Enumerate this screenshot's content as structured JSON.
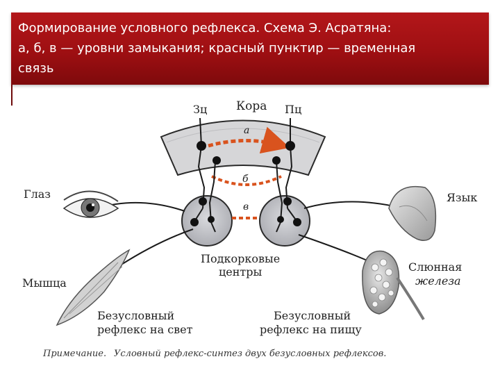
{
  "header": {
    "title_line1": "Формирование условного рефлекса. Схема Э. Асратяна:",
    "title_line2": "а, б, в — уровни замыкания;  красный пунктир — временная",
    "title_line3": "связь"
  },
  "diagram": {
    "cortex_label": "Кора",
    "visual_center_label": "Зц",
    "food_center_label": "Пц",
    "level_a": "а",
    "level_b": "б",
    "level_v": "в",
    "eye_label": "Глаз",
    "tongue_label": "Язык",
    "muscle_label": "Мышца",
    "gland_label_1": "Слюнная",
    "gland_label_2": "железа",
    "subcortical_label_1": "Подкорковые",
    "subcortical_label_2": "центры",
    "reflex_light_1": "Безусловный",
    "reflex_light_2": "рефлекс на свет",
    "reflex_food_1": "Безусловный",
    "reflex_food_2": "рефлекс на пищу",
    "note_prefix": "Примечание.",
    "note_text": "Условный рефлекс-синтез двух безусловных рефлексов."
  },
  "colors": {
    "banner": "#a31215",
    "temporary_link": "#d9531e",
    "subcortical": "#c8c9cd",
    "cortex": "#d4d4d6"
  }
}
